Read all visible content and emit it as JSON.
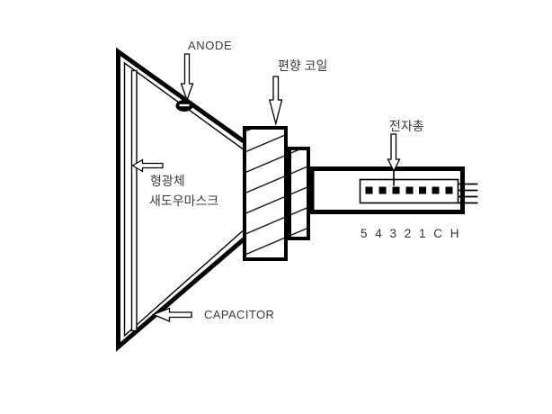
{
  "diagram": {
    "labels": {
      "anode": "ANODE",
      "deflection_coil": "편향 코일",
      "electron_gun": "전자총",
      "phosphor": "형광체",
      "shadow_mask": "새도우마스크",
      "capacitor": "CAPACITOR",
      "gun_pins": "5 4 3 2 1 C H"
    },
    "colors": {
      "line": "#000000",
      "text": "#3c3c3c",
      "background": "#ffffff"
    },
    "icons": {
      "arrows": [
        "anode-down-arrow",
        "deflection-coil-down-arrow",
        "electron-gun-down-arrow",
        "phosphor-left-arrow",
        "capacitor-left-arrow"
      ],
      "anode_terminal": "anode-dot"
    }
  }
}
